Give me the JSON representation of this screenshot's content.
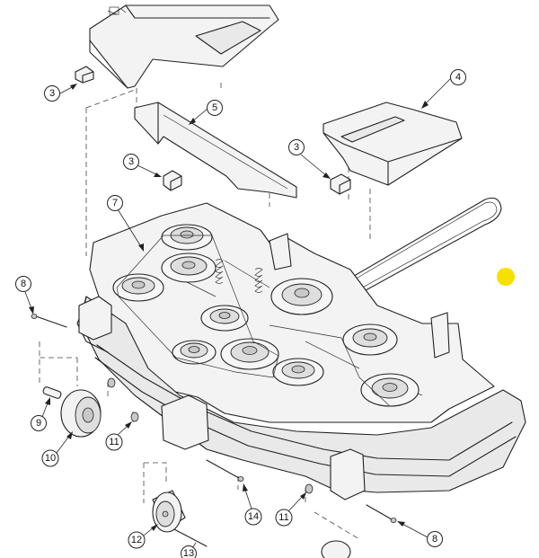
{
  "callouts": [
    {
      "id": "c1",
      "label": "3"
    },
    {
      "id": "c2",
      "label": "5"
    },
    {
      "id": "c3",
      "label": "4"
    },
    {
      "id": "c4",
      "label": "3"
    },
    {
      "id": "c5",
      "label": "3"
    },
    {
      "id": "c6",
      "label": "7"
    },
    {
      "id": "c7",
      "label": "8"
    },
    {
      "id": "c8",
      "label": "9"
    },
    {
      "id": "c9",
      "label": "10"
    },
    {
      "id": "c10",
      "label": "11"
    },
    {
      "id": "c11",
      "label": "12"
    },
    {
      "id": "c12",
      "label": "13"
    },
    {
      "id": "c13",
      "label": "14"
    },
    {
      "id": "c14",
      "label": "11"
    },
    {
      "id": "c15",
      "label": "8"
    }
  ],
  "highlight": {
    "color": "#f5e000"
  },
  "colors": {
    "line": "#222222",
    "background": "#ffffff"
  }
}
